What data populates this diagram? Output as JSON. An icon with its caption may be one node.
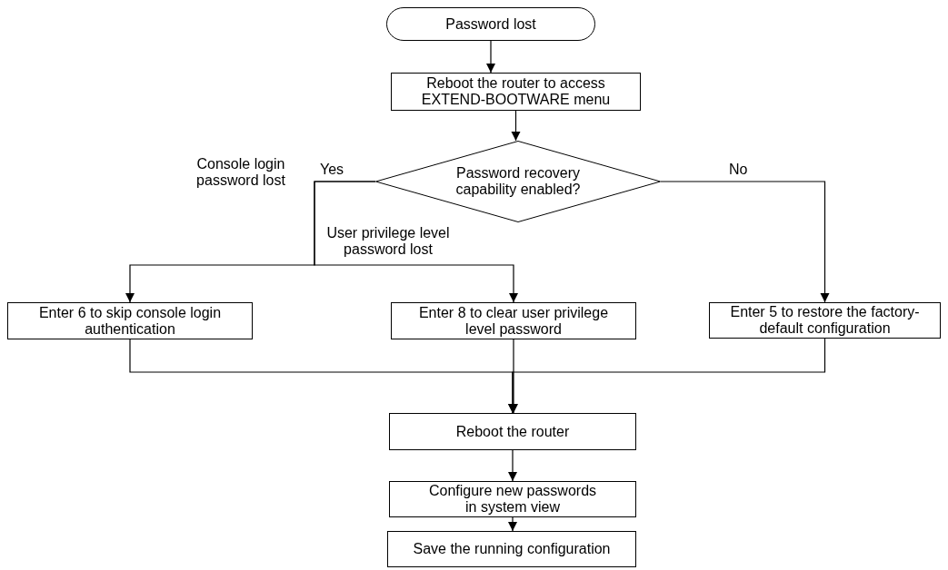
{
  "diagram": {
    "nodes": [
      {
        "text": [
          "Password lost"
        ]
      },
      {
        "text": [
          "Reboot the router to access EXTEND-BOOTWARE menu"
        ]
      },
      {
        "text": [
          "Password recovery capability enabled?"
        ]
      },
      {
        "text": [
          "Enter 6 to skip console login authentication"
        ]
      },
      {
        "text": [
          "Enter 8 to clear user privilege level password"
        ]
      },
      {
        "text": [
          "Enter 5 to restore the factory-default configuration"
        ]
      },
      {
        "text": [
          "Reboot the router"
        ]
      },
      {
        "text": [
          "Configure new passwords in system view"
        ]
      },
      {
        "text": [
          "Save the running configuration"
        ]
      }
    ],
    "edges": [
      {
        "from": 0,
        "to": 1,
        "arrow": "to"
      },
      {
        "from": 1,
        "to": 2,
        "arrow": "to"
      },
      {
        "from": 2,
        "to": 3,
        "arrow": "to",
        "label": "Console login password lost"
      },
      {
        "from": 2,
        "to": 4,
        "arrow": "to",
        "label": "User privilege level password lost"
      },
      {
        "from": 2,
        "to": 5,
        "arrow": "to",
        "label": "No"
      },
      {
        "from": 3,
        "to": 6,
        "arrow": "to"
      },
      {
        "from": 4,
        "to": 6,
        "arrow": "to"
      },
      {
        "from": 5,
        "to": 6,
        "arrow": "to"
      },
      {
        "from": 6,
        "to": 7,
        "arrow": "to"
      },
      {
        "from": 7,
        "to": 8,
        "arrow": "to"
      }
    ],
    "labels": [
      "Yes"
    ]
  }
}
